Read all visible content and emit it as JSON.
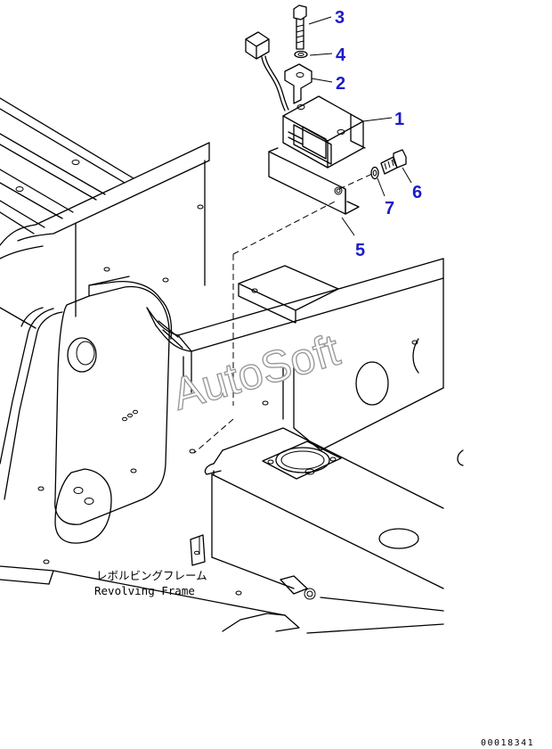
{
  "callouts": [
    {
      "label": "3",
      "color": "#1c1cc8"
    },
    {
      "label": "4",
      "color": "#1c1cc8"
    },
    {
      "label": "2",
      "color": "#1c1cc8"
    },
    {
      "label": "1",
      "color": "#1c1cc8"
    },
    {
      "label": "6",
      "color": "#1c1cc8"
    },
    {
      "label": "7",
      "color": "#1c1cc8"
    },
    {
      "label": "5",
      "color": "#1c1cc8"
    }
  ],
  "frame_label": {
    "japanese": "レボルビングフレーム",
    "english": "Revolving Frame"
  },
  "watermark": "AutoSoft",
  "drawing_code": "00018341"
}
